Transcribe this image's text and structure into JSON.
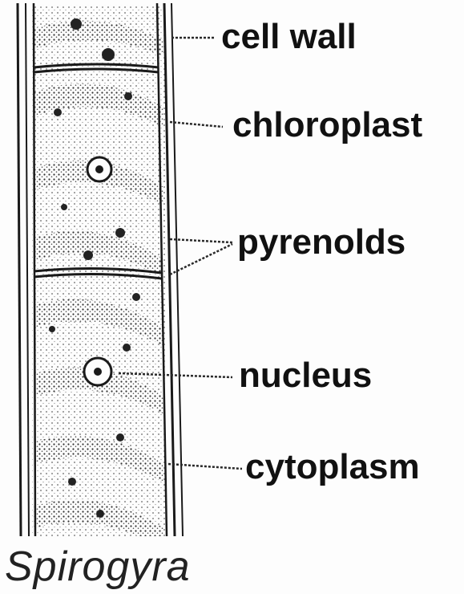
{
  "labels": {
    "cell_wall": "cell wall",
    "chloroplast": "chloroplast",
    "pyrenoids": "pyrenolds",
    "nucleus": "nucleus",
    "cytoplasm": "cytoplasm"
  },
  "title": "Spirogyra",
  "colors": {
    "ink": "#1a1a1a",
    "paper": "#fdfdfd",
    "shade": "#555555"
  }
}
